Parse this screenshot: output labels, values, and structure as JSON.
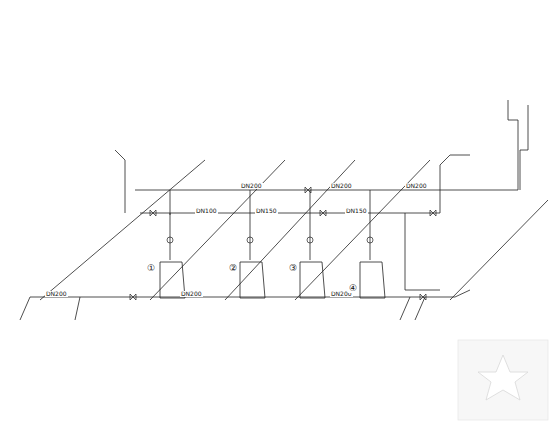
{
  "diagram": {
    "labels": [
      "DN200",
      "DN200",
      "DN200",
      "DN150",
      "DN150",
      "DN200",
      "DN200",
      "DN200",
      "①",
      "②",
      "③",
      "④",
      "DN100"
    ]
  }
}
